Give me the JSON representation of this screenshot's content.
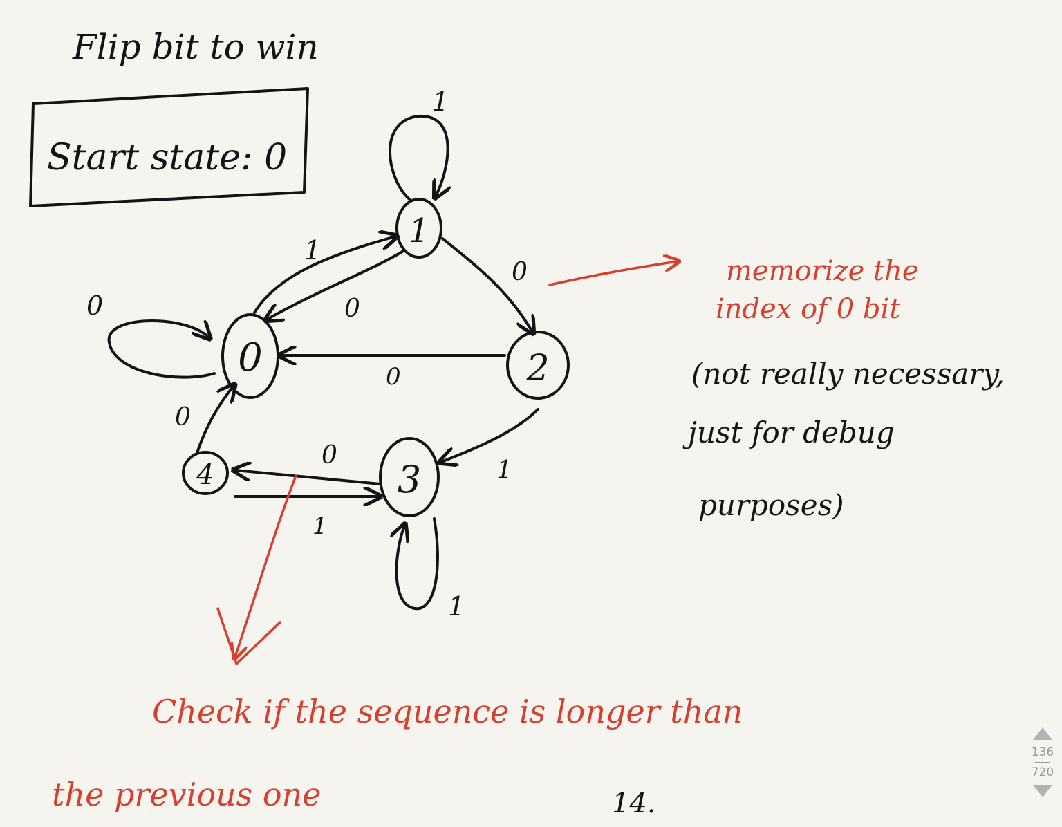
{
  "title": "Flip bit to win",
  "start_box": {
    "text": "Start state: 0"
  },
  "colors": {
    "ink": "#141414",
    "red": "#d6402e"
  },
  "states": [
    {
      "id": "s0",
      "label": "0"
    },
    {
      "id": "s1",
      "label": "1"
    },
    {
      "id": "s2",
      "label": "2"
    },
    {
      "id": "s3",
      "label": "3"
    },
    {
      "id": "s4",
      "label": "4"
    }
  ],
  "transitions": [
    {
      "from": "0",
      "to": "0",
      "label": "0"
    },
    {
      "from": "0",
      "to": "1",
      "label": "1"
    },
    {
      "from": "1",
      "to": "0",
      "label": "0"
    },
    {
      "from": "1",
      "to": "1",
      "label": "1"
    },
    {
      "from": "1",
      "to": "2",
      "label": "0"
    },
    {
      "from": "2",
      "to": "0",
      "label": "0"
    },
    {
      "from": "2",
      "to": "3",
      "label": "1"
    },
    {
      "from": "3",
      "to": "3",
      "label": "1"
    },
    {
      "from": "3",
      "to": "4",
      "label": "0"
    },
    {
      "from": "4",
      "to": "3",
      "label": "1"
    },
    {
      "from": "4",
      "to": "0",
      "label": "0"
    }
  ],
  "annotations": {
    "memoize_line1": "memorize the",
    "memoize_line2": "index of 0 bit",
    "note_line1": "(not really necessary,",
    "note_line2": "just for debug",
    "note_line3": "purposes)",
    "check_line1": "Check if the sequence is longer than",
    "check_line2": "the previous one"
  },
  "page_number": "14.",
  "pager": {
    "current": "136",
    "total": "720"
  }
}
